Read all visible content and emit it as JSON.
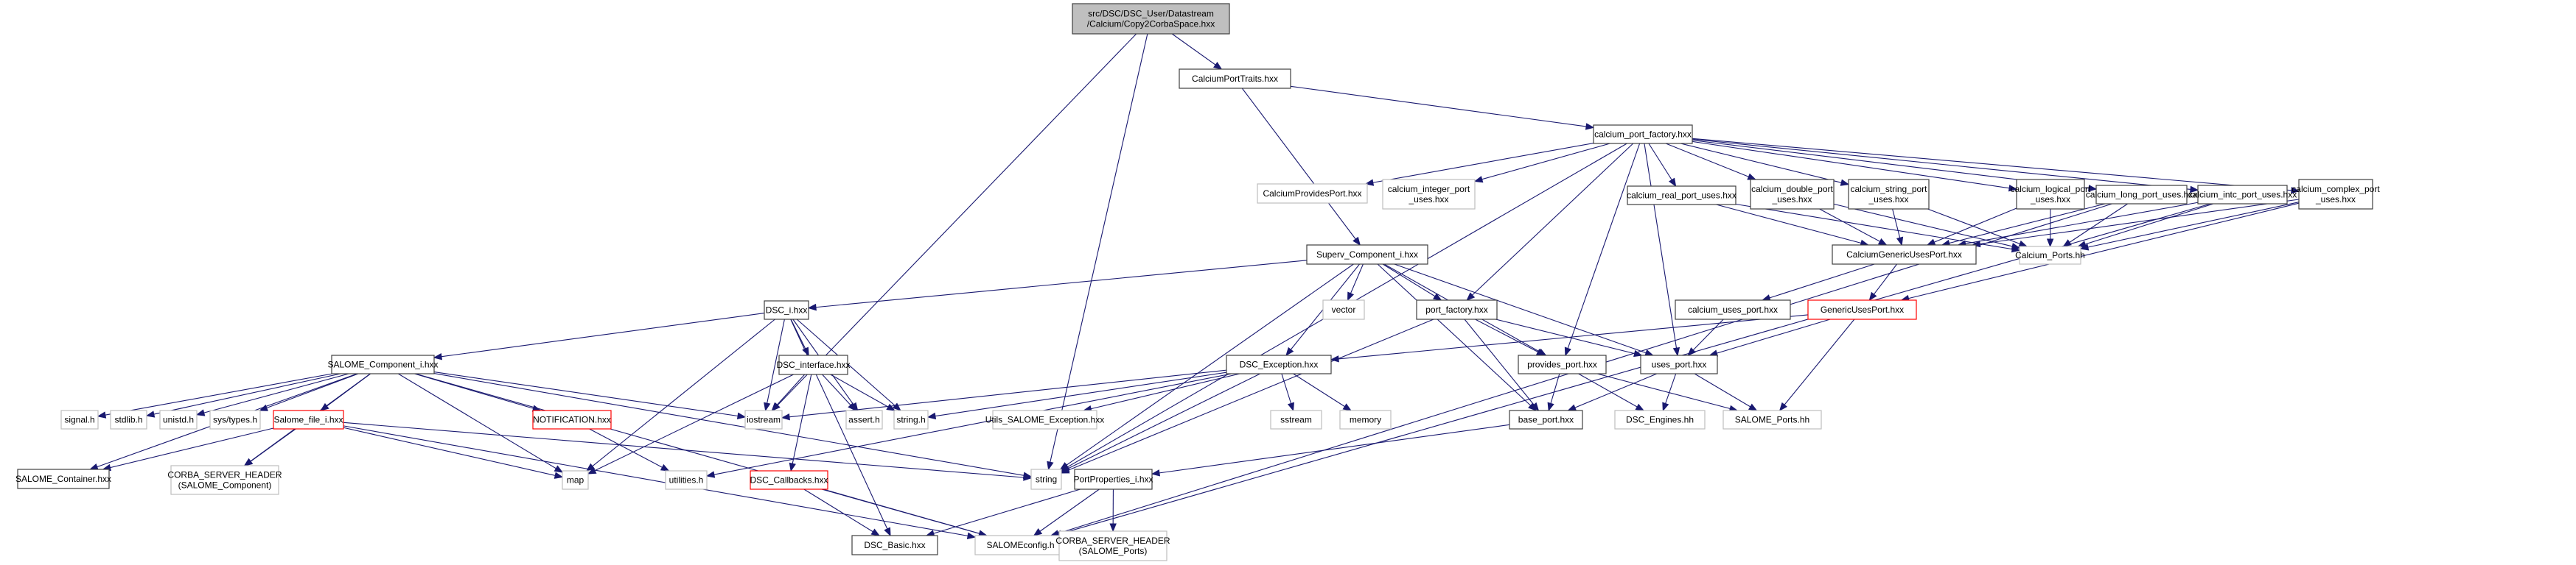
{
  "diagram": {
    "type": "include-dependency-graph",
    "colors": {
      "edge": "#191970",
      "root_fill": "#bfbfbf",
      "root_border": "#404040",
      "documented_border": "#404040",
      "undocumented_border": "#bfbfbf",
      "truncated_border": "#ff0000"
    },
    "nodes": [
      {
        "id": "copy2corba",
        "label": [
          "src/DSC/DSC_User/Datastream",
          "/Calcium/Copy2CorbaSpace.hxx"
        ],
        "style": "root"
      },
      {
        "id": "calciumporttraits",
        "label": [
          "CalciumPortTraits.hxx"
        ],
        "style": "documented"
      },
      {
        "id": "calcium_port_factory",
        "label": [
          "calcium_port_factory.hxx"
        ],
        "style": "documented"
      },
      {
        "id": "calciumprovidesport",
        "label": [
          "CalciumProvidesPort.hxx"
        ],
        "style": "undocumented"
      },
      {
        "id": "calcium_integer_port_uses",
        "label": [
          "calcium_integer_port",
          "_uses.hxx"
        ],
        "style": "undocumented"
      },
      {
        "id": "calcium_real_port_uses",
        "label": [
          "calcium_real_port_uses.hxx"
        ],
        "style": "documented"
      },
      {
        "id": "calcium_double_port_uses",
        "label": [
          "calcium_double_port",
          "_uses.hxx"
        ],
        "style": "documented"
      },
      {
        "id": "calcium_string_port_uses",
        "label": [
          "calcium_string_port",
          "_uses.hxx"
        ],
        "style": "documented"
      },
      {
        "id": "calcium_logical_port_uses",
        "label": [
          "calcium_logical_port",
          "_uses.hxx"
        ],
        "style": "documented"
      },
      {
        "id": "calcium_long_port_uses",
        "label": [
          "calcium_long_port_uses.hxx"
        ],
        "style": "documented"
      },
      {
        "id": "calcium_intc_port_uses",
        "label": [
          "calcium_intc_port_uses.hxx"
        ],
        "style": "documented"
      },
      {
        "id": "calcium_complex_port_uses",
        "label": [
          "calcium_complex_port",
          "_uses.hxx"
        ],
        "style": "documented"
      },
      {
        "id": "calcium_ports_hh",
        "label": [
          "Calcium_Ports.hh"
        ],
        "style": "undocumented"
      },
      {
        "id": "calciumgenericusesport",
        "label": [
          "CalciumGenericUsesPort.hxx"
        ],
        "style": "documented"
      },
      {
        "id": "calcium_uses_port",
        "label": [
          "calcium_uses_port.hxx"
        ],
        "style": "documented"
      },
      {
        "id": "genericusesport",
        "label": [
          "GenericUsesPort.hxx"
        ],
        "style": "truncated"
      },
      {
        "id": "superv_component_i",
        "label": [
          "Superv_Component_i.hxx"
        ],
        "style": "documented"
      },
      {
        "id": "vector",
        "label": [
          "vector"
        ],
        "style": "undocumented"
      },
      {
        "id": "port_factory",
        "label": [
          "port_factory.hxx"
        ],
        "style": "documented"
      },
      {
        "id": "provides_port",
        "label": [
          "provides_port.hxx"
        ],
        "style": "documented"
      },
      {
        "id": "uses_port",
        "label": [
          "uses_port.hxx"
        ],
        "style": "documented"
      },
      {
        "id": "base_port",
        "label": [
          "base_port.hxx"
        ],
        "style": "documented"
      },
      {
        "id": "dsc_engines",
        "label": [
          "DSC_Engines.hh"
        ],
        "style": "undocumented"
      },
      {
        "id": "salome_ports_hh",
        "label": [
          "SALOME_Ports.hh"
        ],
        "style": "undocumented"
      },
      {
        "id": "dsc_i",
        "label": [
          "DSC_i.hxx"
        ],
        "style": "documented"
      },
      {
        "id": "dsc_interface",
        "label": [
          "DSC_interface.hxx"
        ],
        "style": "documented"
      },
      {
        "id": "dsc_exception",
        "label": [
          "DSC_Exception.hxx"
        ],
        "style": "documented"
      },
      {
        "id": "iostream",
        "label": [
          "iostream"
        ],
        "style": "undocumented"
      },
      {
        "id": "assert_h",
        "label": [
          "assert.h"
        ],
        "style": "undocumented"
      },
      {
        "id": "string_h",
        "label": [
          "string.h"
        ],
        "style": "undocumented"
      },
      {
        "id": "utils_salome_exception",
        "label": [
          "Utils_SALOME_Exception.hxx"
        ],
        "style": "undocumented"
      },
      {
        "id": "sstream",
        "label": [
          "sstream"
        ],
        "style": "undocumented"
      },
      {
        "id": "memory",
        "label": [
          "memory"
        ],
        "style": "undocumented"
      },
      {
        "id": "salome_component_i",
        "label": [
          "SALOME_Component_i.hxx"
        ],
        "style": "documented"
      },
      {
        "id": "signal_h",
        "label": [
          "signal.h"
        ],
        "style": "undocumented"
      },
      {
        "id": "stdlib_h",
        "label": [
          "stdlib.h"
        ],
        "style": "undocumented"
      },
      {
        "id": "unistd_h",
        "label": [
          "unistd.h"
        ],
        "style": "undocumented"
      },
      {
        "id": "sys_types_h",
        "label": [
          "sys/types.h"
        ],
        "style": "undocumented"
      },
      {
        "id": "salome_file_i",
        "label": [
          "Salome_file_i.hxx"
        ],
        "style": "truncated"
      },
      {
        "id": "notification",
        "label": [
          "NOTIFICATION.hxx"
        ],
        "style": "truncated"
      },
      {
        "id": "salome_container",
        "label": [
          "SALOME_Container.hxx"
        ],
        "style": "documented"
      },
      {
        "id": "corba_salome_component",
        "label": [
          "CORBA_SERVER_HEADER",
          "(SALOME_Component)"
        ],
        "style": "undocumented"
      },
      {
        "id": "map",
        "label": [
          "map"
        ],
        "style": "undocumented"
      },
      {
        "id": "utilities_h",
        "label": [
          "utilities.h"
        ],
        "style": "undocumented"
      },
      {
        "id": "dsc_callbacks",
        "label": [
          "DSC_Callbacks.hxx"
        ],
        "style": "truncated"
      },
      {
        "id": "string",
        "label": [
          "string"
        ],
        "style": "undocumented"
      },
      {
        "id": "portproperties_i",
        "label": [
          "PortProperties_i.hxx"
        ],
        "style": "documented"
      },
      {
        "id": "dsc_basic",
        "label": [
          "DSC_Basic.hxx"
        ],
        "style": "documented"
      },
      {
        "id": "salomeconfig_h",
        "label": [
          "SALOMEconfig.h"
        ],
        "style": "undocumented"
      },
      {
        "id": "corba_salome_ports",
        "label": [
          "CORBA_SERVER_HEADER",
          "(SALOME_Ports)"
        ],
        "style": "undocumented"
      }
    ],
    "edges": [
      [
        "copy2corba",
        "calciumporttraits"
      ],
      [
        "copy2corba",
        "iostream"
      ],
      [
        "copy2corba",
        "string"
      ],
      [
        "calciumporttraits",
        "calcium_port_factory"
      ],
      [
        "calciumporttraits",
        "superv_component_i"
      ],
      [
        "calcium_port_factory",
        "calciumprovidesport"
      ],
      [
        "calcium_port_factory",
        "calcium_integer_port_uses"
      ],
      [
        "calcium_port_factory",
        "calcium_real_port_uses"
      ],
      [
        "calcium_port_factory",
        "calcium_double_port_uses"
      ],
      [
        "calcium_port_factory",
        "calcium_string_port_uses"
      ],
      [
        "calcium_port_factory",
        "calcium_logical_port_uses"
      ],
      [
        "calcium_port_factory",
        "calcium_long_port_uses"
      ],
      [
        "calcium_port_factory",
        "calcium_intc_port_uses"
      ],
      [
        "calcium_port_factory",
        "calcium_complex_port_uses"
      ],
      [
        "calcium_port_factory",
        "port_factory"
      ],
      [
        "calcium_port_factory",
        "provides_port"
      ],
      [
        "calcium_port_factory",
        "uses_port"
      ],
      [
        "calcium_port_factory",
        "string"
      ],
      [
        "calcium_real_port_uses",
        "calciumgenericusesport"
      ],
      [
        "calcium_real_port_uses",
        "calcium_ports_hh"
      ],
      [
        "calcium_double_port_uses",
        "calciumgenericusesport"
      ],
      [
        "calcium_double_port_uses",
        "calcium_ports_hh"
      ],
      [
        "calcium_string_port_uses",
        "calciumgenericusesport"
      ],
      [
        "calcium_string_port_uses",
        "calcium_ports_hh"
      ],
      [
        "calcium_logical_port_uses",
        "calciumgenericusesport"
      ],
      [
        "calcium_logical_port_uses",
        "calcium_ports_hh"
      ],
      [
        "calcium_long_port_uses",
        "calciumgenericusesport"
      ],
      [
        "calcium_long_port_uses",
        "calcium_ports_hh"
      ],
      [
        "calcium_long_port_uses",
        "salomeconfig_h"
      ],
      [
        "calcium_intc_port_uses",
        "calciumgenericusesport"
      ],
      [
        "calcium_intc_port_uses",
        "calcium_ports_hh"
      ],
      [
        "calcium_intc_port_uses",
        "salomeconfig_h"
      ],
      [
        "calcium_complex_port_uses",
        "calciumgenericusesport"
      ],
      [
        "calcium_complex_port_uses",
        "calcium_ports_hh"
      ],
      [
        "calcium_complex_port_uses",
        "genericusesport"
      ],
      [
        "calciumgenericusesport",
        "calcium_uses_port"
      ],
      [
        "calciumgenericusesport",
        "genericusesport"
      ],
      [
        "calcium_uses_port",
        "uses_port"
      ],
      [
        "genericusesport",
        "uses_port"
      ],
      [
        "genericusesport",
        "salome_ports_hh"
      ],
      [
        "genericusesport",
        "dsc_exception"
      ],
      [
        "superv_component_i",
        "dsc_i"
      ],
      [
        "superv_component_i",
        "vector"
      ],
      [
        "superv_component_i",
        "port_factory"
      ],
      [
        "superv_component_i",
        "provides_port"
      ],
      [
        "superv_component_i",
        "uses_port"
      ],
      [
        "superv_component_i",
        "base_port"
      ],
      [
        "superv_component_i",
        "dsc_exception"
      ],
      [
        "superv_component_i",
        "string"
      ],
      [
        "port_factory",
        "provides_port"
      ],
      [
        "port_factory",
        "uses_port"
      ],
      [
        "port_factory",
        "base_port"
      ],
      [
        "port_factory",
        "string"
      ],
      [
        "provides_port",
        "base_port"
      ],
      [
        "provides_port",
        "dsc_engines"
      ],
      [
        "provides_port",
        "salome_ports_hh"
      ],
      [
        "uses_port",
        "base_port"
      ],
      [
        "uses_port",
        "dsc_engines"
      ],
      [
        "uses_port",
        "salome_ports_hh"
      ],
      [
        "base_port",
        "portproperties_i"
      ],
      [
        "dsc_i",
        "salome_component_i"
      ],
      [
        "dsc_i",
        "dsc_interface"
      ],
      [
        "dsc_i",
        "iostream"
      ],
      [
        "dsc_i",
        "assert_h"
      ],
      [
        "dsc_i",
        "string_h"
      ],
      [
        "dsc_i",
        "map"
      ],
      [
        "dsc_i",
        "dsc_basic"
      ],
      [
        "dsc_interface",
        "iostream"
      ],
      [
        "dsc_interface",
        "assert_h"
      ],
      [
        "dsc_interface",
        "string_h"
      ],
      [
        "dsc_interface",
        "map"
      ],
      [
        "dsc_interface",
        "dsc_callbacks"
      ],
      [
        "dsc_exception",
        "utils_salome_exception"
      ],
      [
        "dsc_exception",
        "sstream"
      ],
      [
        "dsc_exception",
        "memory"
      ],
      [
        "dsc_exception",
        "string_h"
      ],
      [
        "dsc_exception",
        "iostream"
      ],
      [
        "dsc_exception",
        "utilities_h"
      ],
      [
        "dsc_exception",
        "string"
      ],
      [
        "salome_component_i",
        "signal_h"
      ],
      [
        "salome_component_i",
        "stdlib_h"
      ],
      [
        "salome_component_i",
        "unistd_h"
      ],
      [
        "salome_component_i",
        "sys_types_h"
      ],
      [
        "salome_component_i",
        "salome_file_i"
      ],
      [
        "salome_component_i",
        "notification"
      ],
      [
        "salome_component_i",
        "iostream"
      ],
      [
        "salome_component_i",
        "map"
      ],
      [
        "salome_component_i",
        "string"
      ],
      [
        "salome_component_i",
        "salome_container"
      ],
      [
        "salome_component_i",
        "corba_salome_component"
      ],
      [
        "salome_component_i",
        "salomeconfig_h"
      ],
      [
        "salome_file_i",
        "salome_container"
      ],
      [
        "salome_file_i",
        "corba_salome_component"
      ],
      [
        "salome_file_i",
        "map"
      ],
      [
        "salome_file_i",
        "string"
      ],
      [
        "salome_file_i",
        "salomeconfig_h"
      ],
      [
        "notification",
        "utilities_h"
      ],
      [
        "dsc_callbacks",
        "dsc_basic"
      ],
      [
        "dsc_callbacks",
        "salomeconfig_h"
      ],
      [
        "portproperties_i",
        "dsc_basic"
      ],
      [
        "portproperties_i",
        "salomeconfig_h"
      ],
      [
        "portproperties_i",
        "corba_salome_ports"
      ]
    ]
  }
}
